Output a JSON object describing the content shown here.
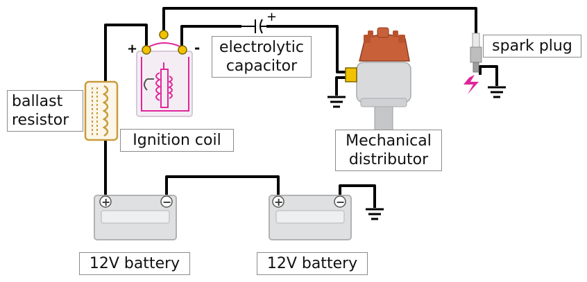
{
  "labels": {
    "electrolytic_capacitor": "electrolytic\ncapacitor",
    "spark_plug": "spark plug",
    "ballast_resistor": "ballast\nresistor",
    "ignition_coil": "Ignition coil",
    "mechanical_distributor": "Mechanical\ndistributor",
    "battery_1": "12V battery",
    "battery_2": "12V battery"
  },
  "polarity": {
    "coil_plus": "+",
    "coil_minus": "-",
    "capacitor_plus": "+",
    "battery_plus": "+",
    "battery_minus": "−"
  },
  "colors": {
    "wire": "#000000",
    "coil_winding": "#e0259a",
    "ballast_body": "#c89b3c",
    "distributor_cap": "#c8613a",
    "spark": "#e0259a",
    "battery_case": "#d9dadb",
    "terminal": "#f2c200"
  }
}
